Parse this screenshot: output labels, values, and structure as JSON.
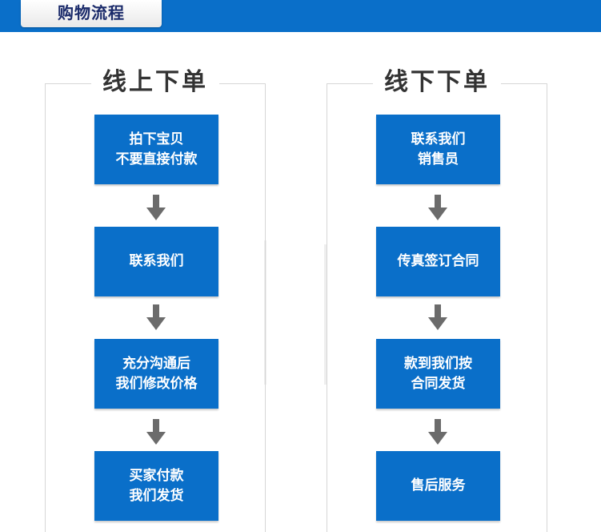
{
  "header": {
    "title": "购物流程"
  },
  "colors": {
    "header_bar": "#0a6fc9",
    "step_box": "#0a6fc9",
    "arrow": "#6b6b6b",
    "panel_border": "#d6d6d6"
  },
  "online": {
    "title": "线上下单",
    "steps": [
      {
        "lines": [
          "拍下宝贝",
          "不要直接付款"
        ]
      },
      {
        "lines": [
          "联系我们"
        ]
      },
      {
        "lines": [
          "充分沟通后",
          "我们修改价格"
        ]
      },
      {
        "lines": [
          "买家付款",
          "我们发货"
        ]
      }
    ]
  },
  "offline": {
    "title": "线下下单",
    "steps": [
      {
        "lines": [
          "联系我们",
          "销售员"
        ]
      },
      {
        "lines": [
          "传真签订合同"
        ]
      },
      {
        "lines": [
          "款到我们按",
          "合同发货"
        ]
      },
      {
        "lines": [
          "售后服务"
        ]
      }
    ]
  }
}
